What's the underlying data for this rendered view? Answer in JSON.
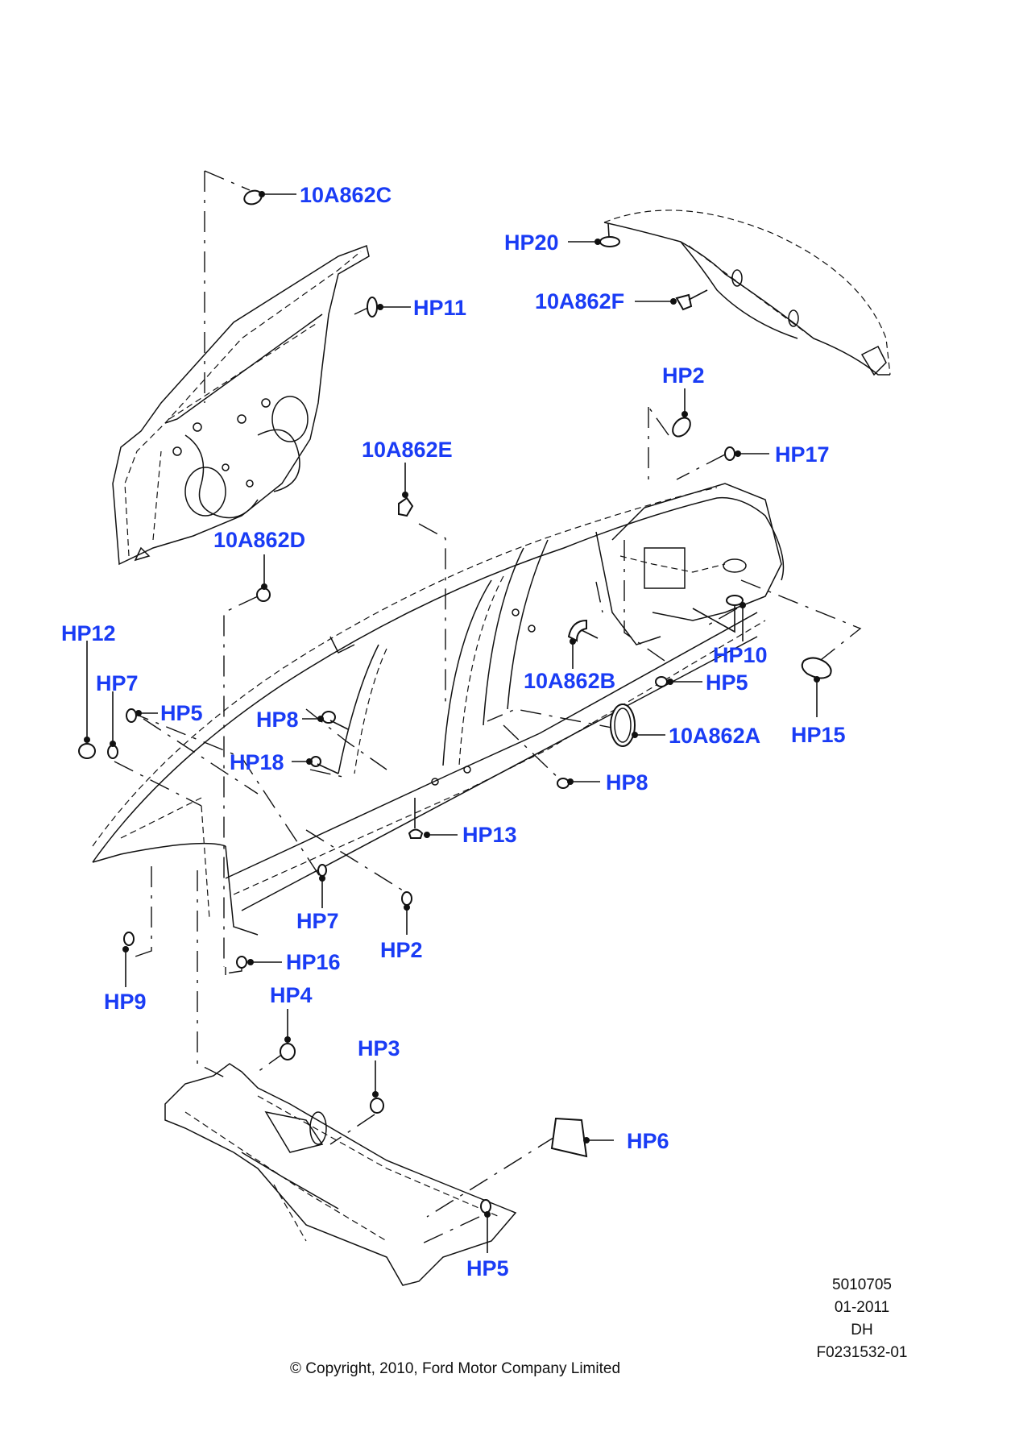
{
  "diagram": {
    "title": "Body plugs / hole plugs exploded view",
    "callouts": [
      {
        "id": "c-10a862c",
        "label": "10A862C"
      },
      {
        "id": "c-hp11",
        "label": "HP11"
      },
      {
        "id": "c-hp20",
        "label": "HP20"
      },
      {
        "id": "c-10a862f",
        "label": "10A862F"
      },
      {
        "id": "c-hp2-top",
        "label": "HP2"
      },
      {
        "id": "c-hp17",
        "label": "HP17"
      },
      {
        "id": "c-10a862e",
        "label": "10A862E"
      },
      {
        "id": "c-10a862d",
        "label": "10A862D"
      },
      {
        "id": "c-hp10",
        "label": "HP10"
      },
      {
        "id": "c-hp12",
        "label": "HP12"
      },
      {
        "id": "c-10a862b",
        "label": "10A862B"
      },
      {
        "id": "c-hp5-mid",
        "label": "HP5"
      },
      {
        "id": "c-hp7-left",
        "label": "HP7"
      },
      {
        "id": "c-hp5-left",
        "label": "HP5"
      },
      {
        "id": "c-hp8-left",
        "label": "HP8"
      },
      {
        "id": "c-10a862a",
        "label": "10A862A"
      },
      {
        "id": "c-hp15",
        "label": "HP15"
      },
      {
        "id": "c-hp18",
        "label": "HP18"
      },
      {
        "id": "c-hp8-right",
        "label": "HP8"
      },
      {
        "id": "c-hp13",
        "label": "HP13"
      },
      {
        "id": "c-hp7-bottom",
        "label": "HP7"
      },
      {
        "id": "c-hp2-bottom",
        "label": "HP2"
      },
      {
        "id": "c-hp16",
        "label": "HP16"
      },
      {
        "id": "c-hp9",
        "label": "HP9"
      },
      {
        "id": "c-hp4",
        "label": "HP4"
      },
      {
        "id": "c-hp3",
        "label": "HP3"
      },
      {
        "id": "c-hp6",
        "label": "HP6"
      },
      {
        "id": "c-hp5-bottom",
        "label": "HP5"
      }
    ]
  },
  "info_block": {
    "line1": "5010705",
    "line2": "01-2011",
    "line3": "DH",
    "line4": "F0231532-01"
  },
  "footer": {
    "copyright": "© Copyright, 2010, Ford Motor Company Limited"
  },
  "colors": {
    "label": "#1a3cf5",
    "line": "#111111",
    "background": "#ffffff"
  }
}
